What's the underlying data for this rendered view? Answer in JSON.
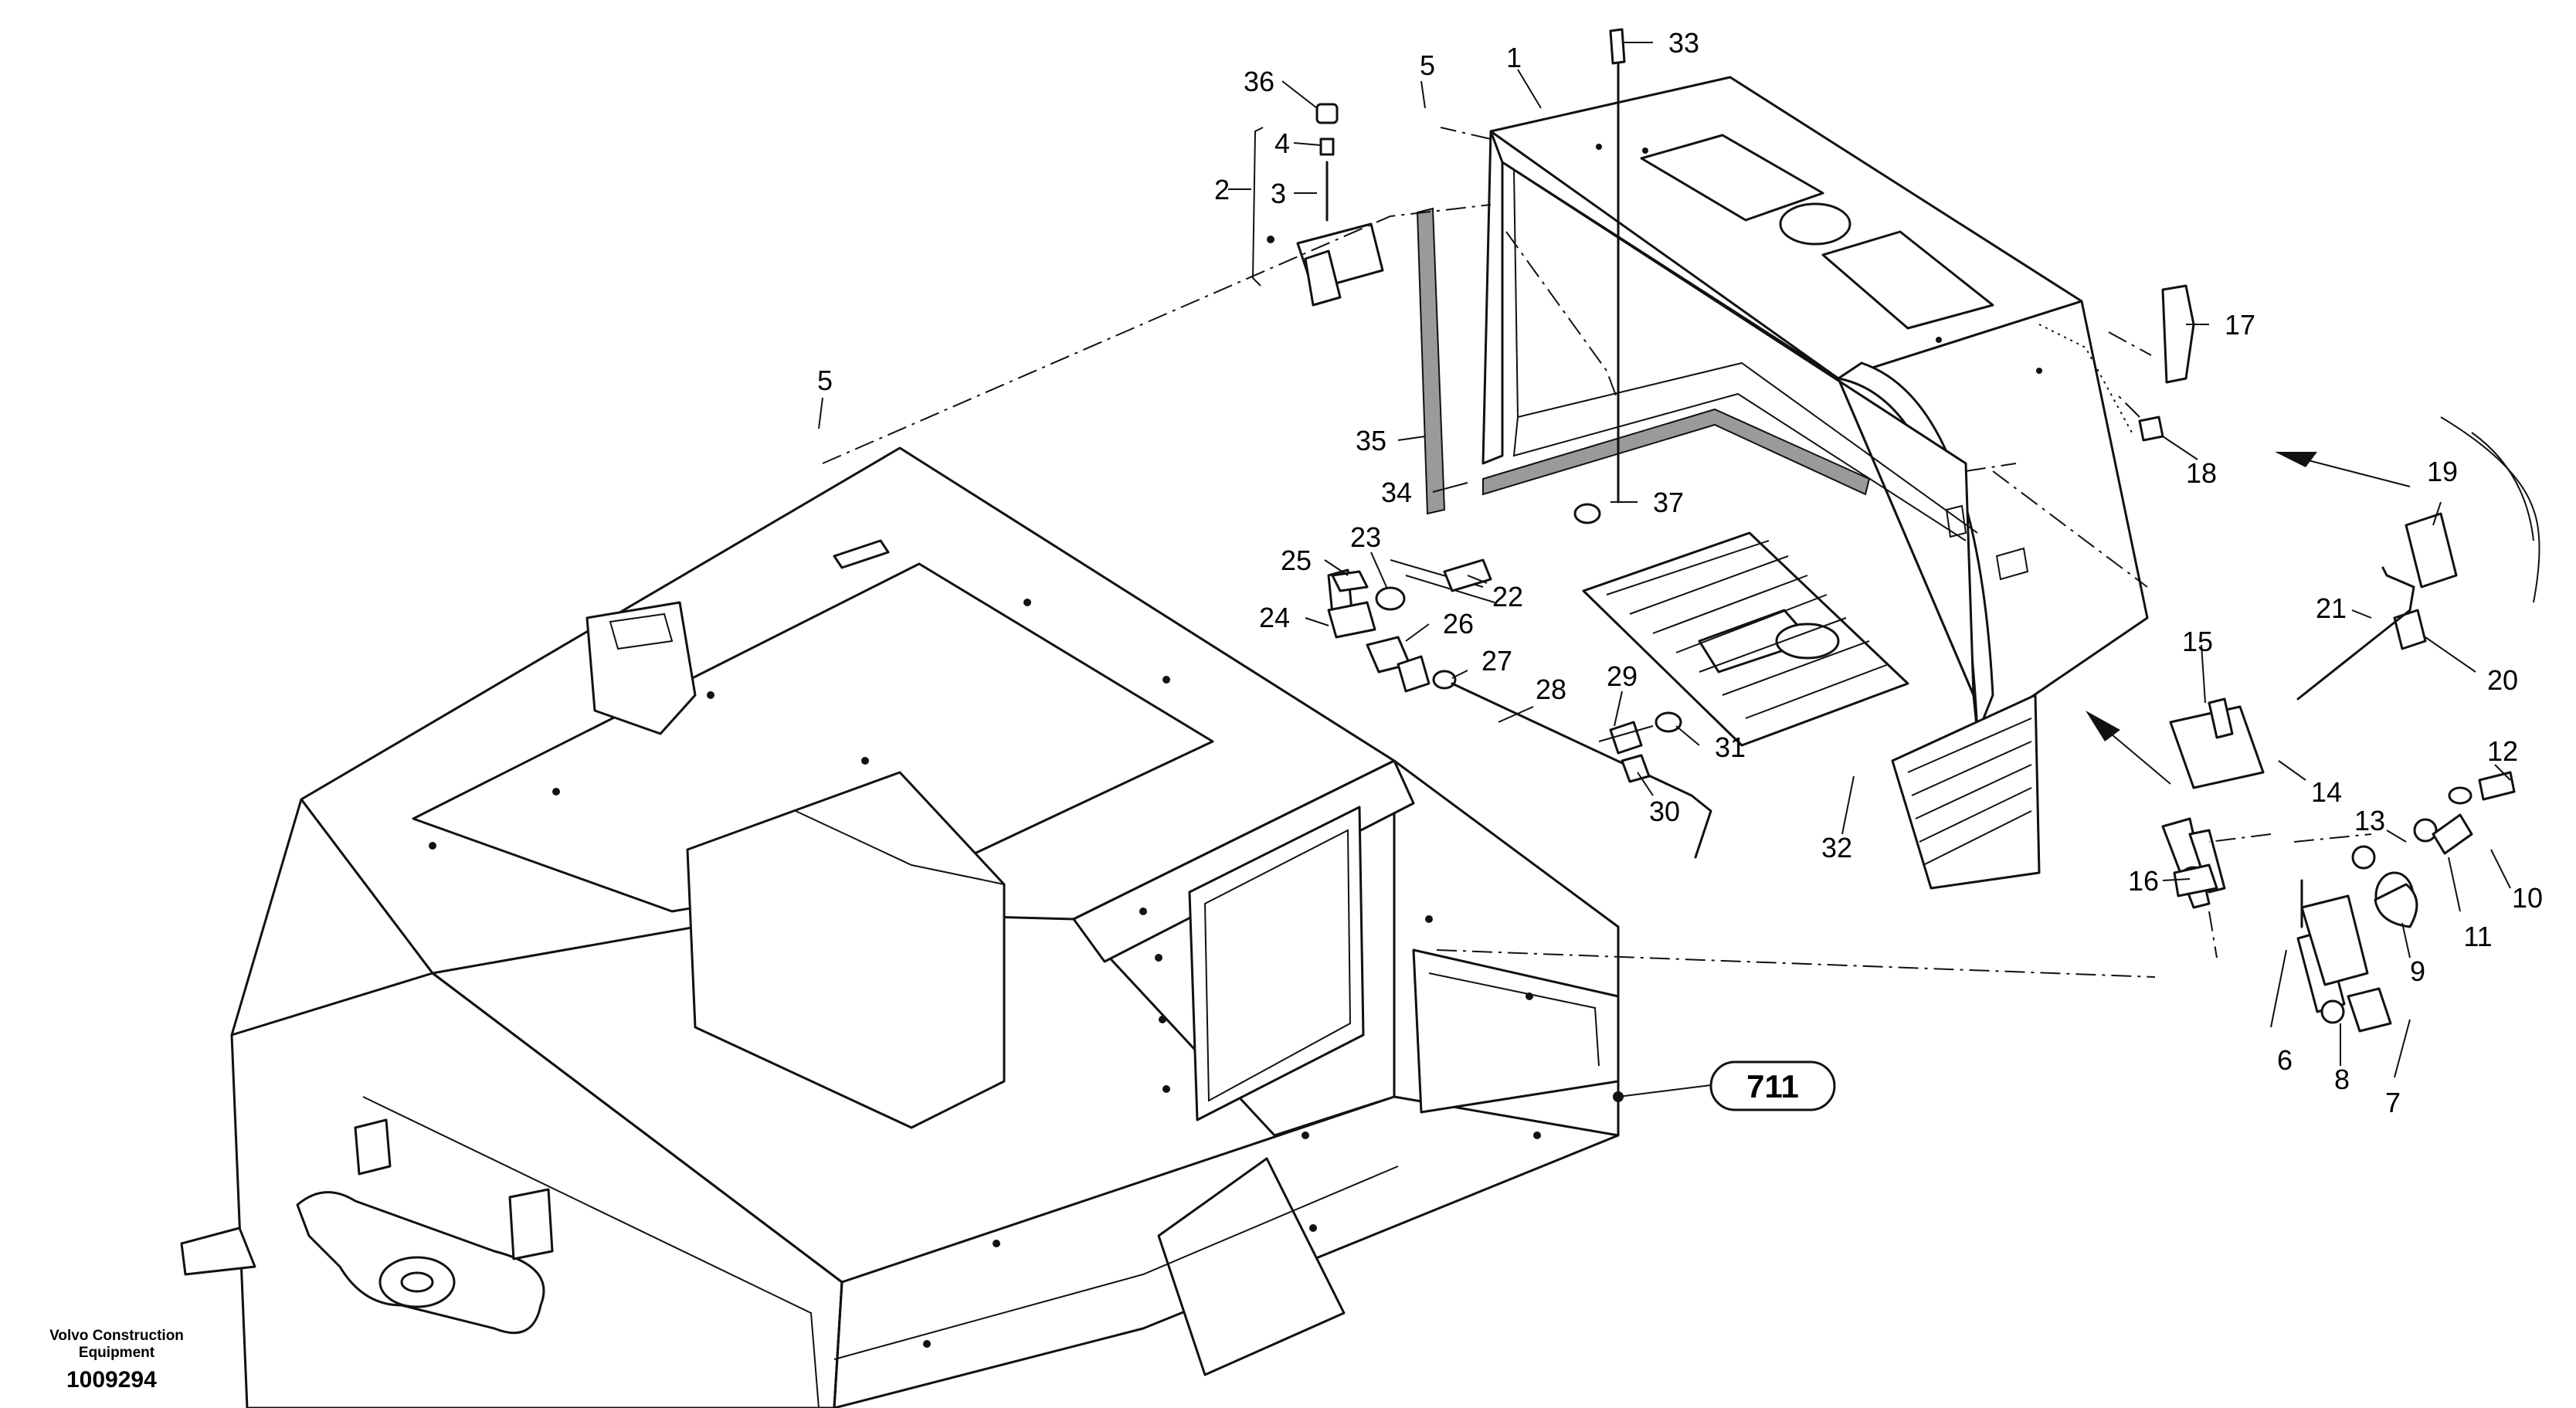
{
  "footer": {
    "brand_line1": "Volvo Construction",
    "brand_line2": "Equipment",
    "drawing_number": "1009294"
  },
  "reference_callout": "711",
  "callouts": [
    "1",
    "2",
    "3",
    "4",
    "5",
    "5",
    "6",
    "7",
    "8",
    "9",
    "10",
    "11",
    "12",
    "13",
    "14",
    "15",
    "16",
    "17",
    "18",
    "19",
    "20",
    "21",
    "22",
    "23",
    "24",
    "25",
    "26",
    "27",
    "28",
    "29",
    "30",
    "31",
    "32",
    "33",
    "34",
    "35",
    "36",
    "37"
  ]
}
